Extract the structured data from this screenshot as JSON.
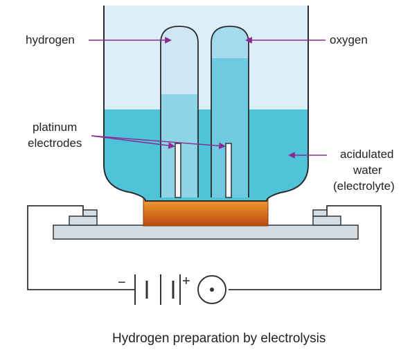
{
  "labels": {
    "hydrogen": "hydrogen",
    "oxygen": "oxygen",
    "platinum_line1": "platinum",
    "platinum_line2": "electrodes",
    "acid_line1": "acidulated",
    "acid_line2": "water",
    "acid_line3": "(electrolyte)"
  },
  "battery": {
    "negative_sign": "−",
    "positive_sign": "+"
  },
  "caption": "Hydrogen preparation by electrolysis",
  "colors": {
    "electrolyte": "#4fc3d8",
    "air": "#dceef8",
    "oxygen_gas": "#a5d9ee",
    "hydrogen_gas": "#cfe6f5",
    "arrow": "#8a2c8f",
    "stand": "#d4dde6",
    "base": "#d9661c",
    "wire": "#333333"
  }
}
